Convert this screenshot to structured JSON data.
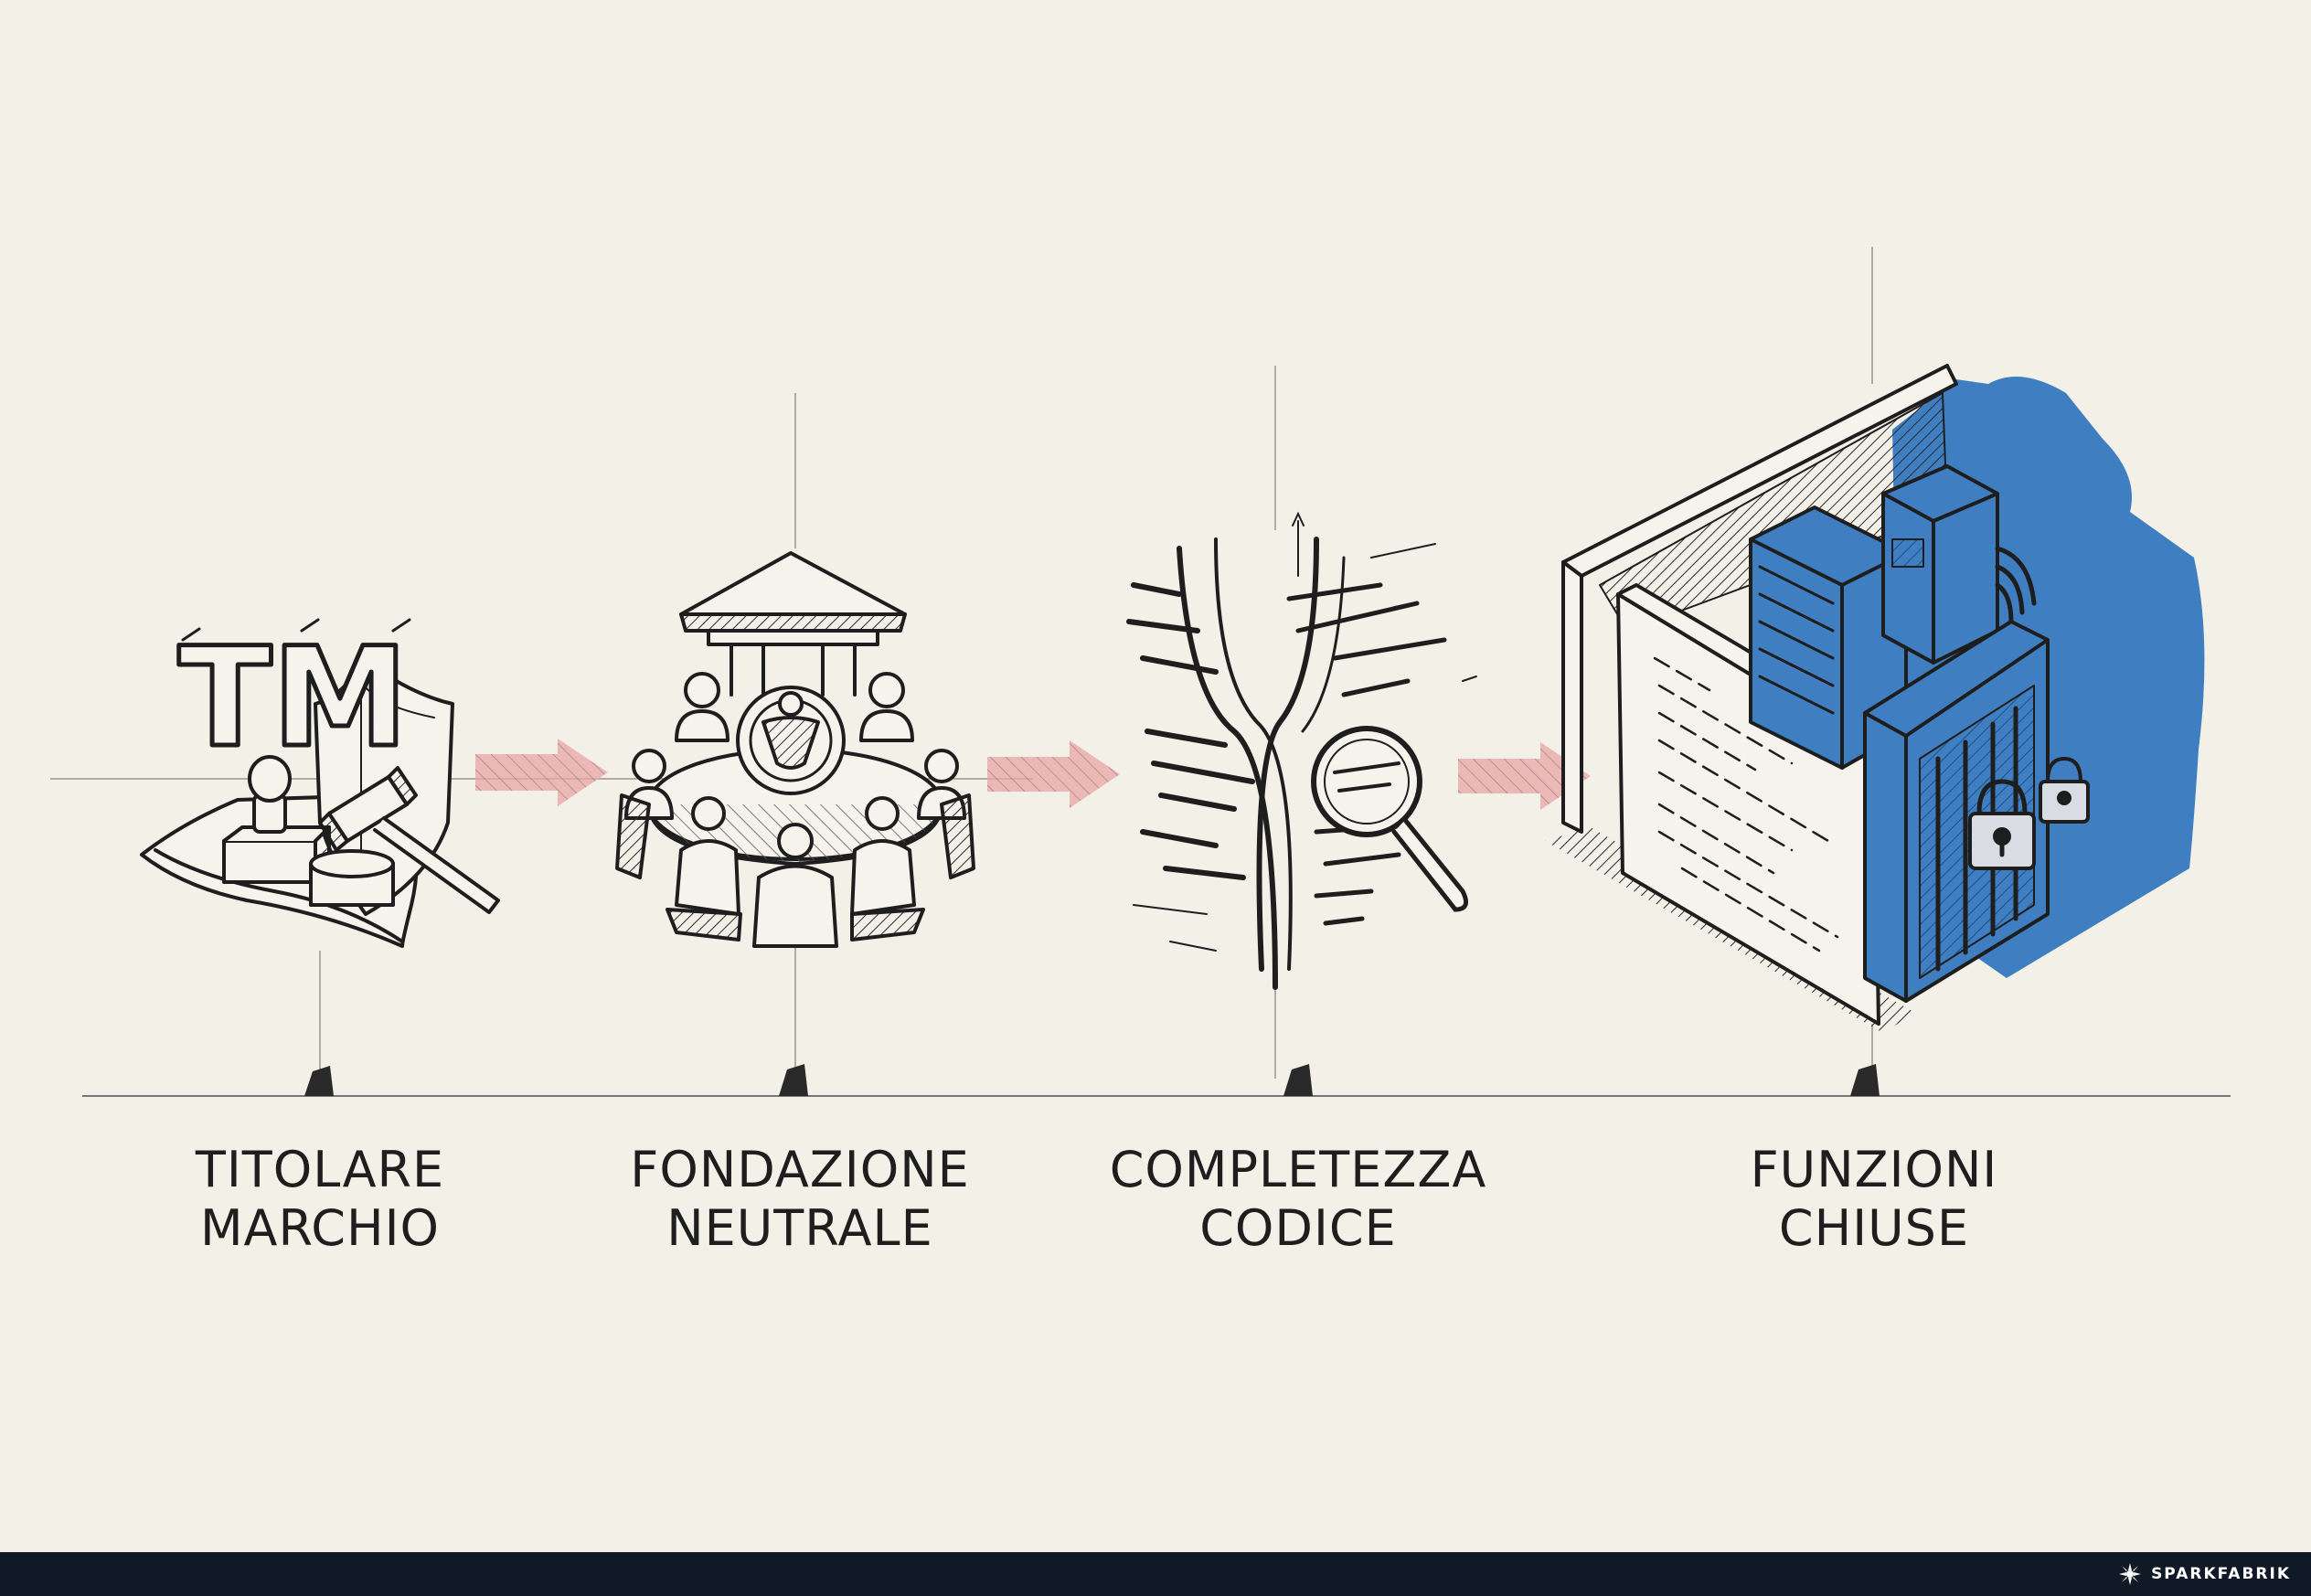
{
  "steps": [
    {
      "line1": "TITOLARE",
      "line2": "MARCHIO",
      "icon": "trademark-gavel-icon"
    },
    {
      "line1": "FONDAZIONE",
      "line2": "NEUTRALE",
      "icon": "foundation-roundtable-icon"
    },
    {
      "line1": "COMPLETEZZA",
      "line2": "CODICE",
      "icon": "code-inspection-icon"
    },
    {
      "line1": "FUNZIONI",
      "line2": "CHIUSE",
      "icon": "locked-server-cage-icon"
    }
  ],
  "tm_text": "TM",
  "footer": {
    "brand": "SPARKFABRIK"
  },
  "colors": {
    "background": "#f3f0e8",
    "ink": "#1e1e1e",
    "arrow": "#e49a9a",
    "accent_blue": "#3f7fc1",
    "footer": "#0f1a26"
  }
}
